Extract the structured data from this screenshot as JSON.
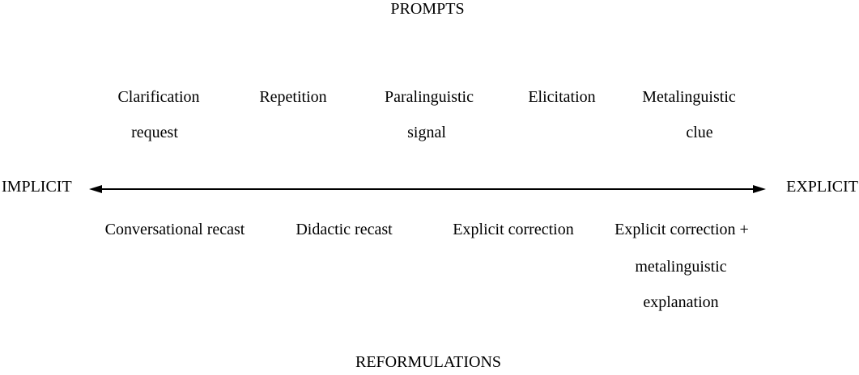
{
  "figure": {
    "top_title": "PROMPTS",
    "bottom_title": "REFORMULATIONS",
    "colors": {
      "text": "#000000",
      "background": "#ffffff",
      "axis_line": "#000000"
    },
    "axis": {
      "left_label": "IMPLICIT",
      "right_label": "EXPLICIT",
      "style": "double-headed-arrow"
    },
    "prompts": [
      {
        "line1": "Clarification",
        "line2": "request"
      },
      {
        "line1": "Repetition"
      },
      {
        "line1": "Paralinguistic",
        "line2": "signal"
      },
      {
        "line1": "Elicitation"
      },
      {
        "line1": "Metalinguistic",
        "line2": "clue"
      }
    ],
    "reformulations": [
      {
        "line1": "Conversational recast"
      },
      {
        "line1": "Didactic recast"
      },
      {
        "line1": "Explicit correction"
      },
      {
        "line1": "Explicit correction +",
        "line2": "metalinguistic",
        "line3": "explanation"
      }
    ]
  }
}
